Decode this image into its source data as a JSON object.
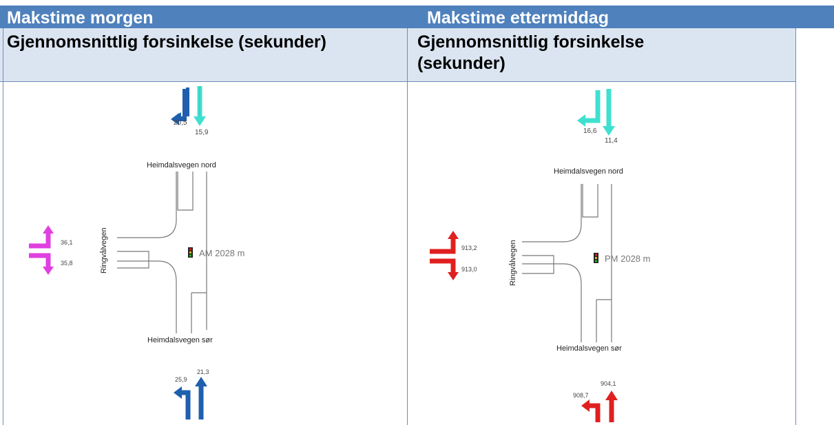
{
  "header": {
    "left": "Makstime morgen",
    "right": "Makstime ettermiddag"
  },
  "subheader": {
    "left": "Gjennomsnittlig forsinkelse (sekunder)",
    "right": "Gjennomsnittlig forsinkelse (sekunder)"
  },
  "colors": {
    "header_bg": "#4f81bd",
    "subheader_bg": "#dbe5f1",
    "arrow_light_blue": "#40e0d0",
    "arrow_dark_blue": "#1f5fae",
    "arrow_magenta": "#e040e0",
    "arrow_red": "#e02020"
  },
  "left_diagram": {
    "north_road": "Heimdalsvegen nord",
    "south_road": "Heimdalsvegen sør",
    "west_road": "Ringvålvegen",
    "label": "AM 2028 m",
    "north_left": "20,5",
    "north_through": "15,9",
    "west_left": "36,1",
    "west_right": "35,8",
    "south_left": "25,9",
    "south_through": "21,3"
  },
  "right_diagram": {
    "north_road": "Heimdalsvegen nord",
    "south_road": "Heimdalsvegen sør",
    "west_road": "Ringvålvegen",
    "label": "PM 2028 m",
    "north_left": "16,6",
    "north_through": "11,4",
    "west_left": "913,2",
    "west_right": "913,0",
    "south_left": "908,7",
    "south_through": "904,1"
  }
}
